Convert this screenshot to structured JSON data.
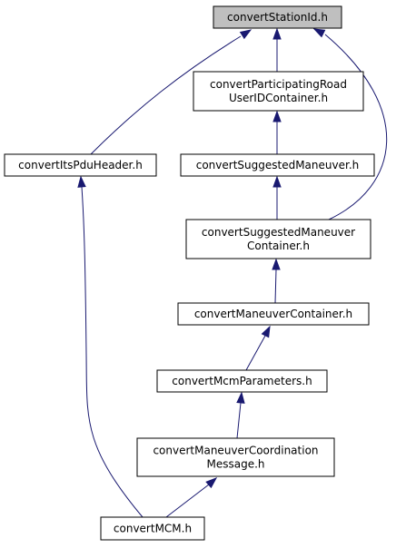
{
  "graph": {
    "edge_color": "#191970",
    "root_fill": "#bfbfbf",
    "nodes": [
      {
        "id": "station",
        "lines": [
          "convertStationId.h"
        ],
        "root": true
      },
      {
        "id": "participating",
        "lines": [
          "convertParticipatingRoad",
          "UserIDContainer.h"
        ]
      },
      {
        "id": "itspdu",
        "lines": [
          "convertItsPduHeader.h"
        ]
      },
      {
        "id": "suggested",
        "lines": [
          "convertSuggestedManeuver.h"
        ]
      },
      {
        "id": "suggestedcont",
        "lines": [
          "convertSuggestedManeuver",
          "Container.h"
        ]
      },
      {
        "id": "maneuvercont",
        "lines": [
          "convertManeuverContainer.h"
        ]
      },
      {
        "id": "mcmparams",
        "lines": [
          "convertMcmParameters.h"
        ]
      },
      {
        "id": "coordination",
        "lines": [
          "convertManeuverCoordination",
          "Message.h"
        ]
      },
      {
        "id": "mcm",
        "lines": [
          "convertMCM.h"
        ]
      }
    ],
    "edges": [
      {
        "from": "participating",
        "to": "station"
      },
      {
        "from": "itspdu",
        "to": "station"
      },
      {
        "from": "suggestedcont",
        "to": "station"
      },
      {
        "from": "suggested",
        "to": "participating"
      },
      {
        "from": "suggestedcont",
        "to": "suggested"
      },
      {
        "from": "mcm",
        "to": "itspdu"
      },
      {
        "from": "maneuvercont",
        "to": "suggestedcont"
      },
      {
        "from": "mcmparams",
        "to": "maneuvercont"
      },
      {
        "from": "coordination",
        "to": "mcmparams"
      },
      {
        "from": "mcm",
        "to": "coordination"
      }
    ]
  }
}
